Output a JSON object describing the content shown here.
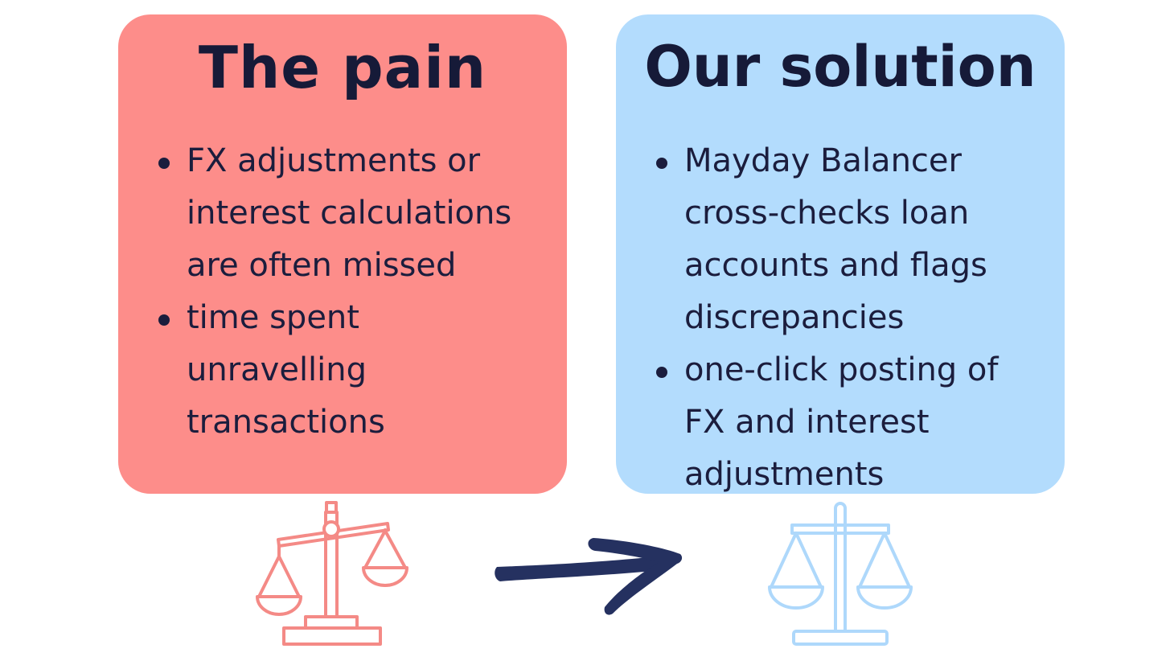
{
  "pain": {
    "title": "The pain",
    "bullets": [
      {
        "lines": [
          "FX adjustments or",
          "interest calculations",
          "are often missed"
        ]
      },
      {
        "lines": [
          "time spent",
          "unravelling",
          "transactions"
        ]
      }
    ],
    "color": "#fd8d8a"
  },
  "solution": {
    "title": "Our solution",
    "bullets": [
      {
        "lines": [
          "Mayday Balancer",
          "cross-checks loan",
          "accounts and flags",
          "discrepancies"
        ]
      },
      {
        "lines": [
          "one-click posting of",
          "FX and interest",
          "adjustments"
        ]
      }
    ],
    "color": "#b3dcfd"
  },
  "icons": {
    "left": "unbalanced-scale-icon",
    "arrow": "arrow-right-icon",
    "right": "balanced-scale-icon"
  },
  "colors": {
    "text": "#1b1d3d",
    "arrow": "#253160",
    "pain_icon": "#f48a86",
    "solution_icon": "#aed8fb"
  }
}
